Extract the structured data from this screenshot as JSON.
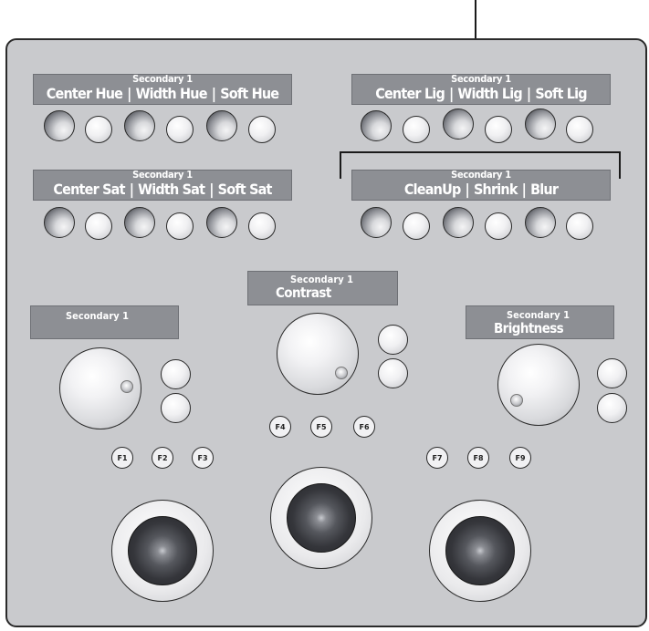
{
  "panels": {
    "hue": {
      "group": "Secondary 1",
      "params": [
        "Center Hue",
        "Width Hue",
        "Soft Hue"
      ]
    },
    "lig": {
      "group": "Secondary 1",
      "params": [
        "Center Lig",
        "Width Lig",
        "Soft Lig"
      ]
    },
    "sat": {
      "group": "Secondary 1",
      "params": [
        "Center Sat",
        "Width Sat",
        "Soft Sat"
      ]
    },
    "blur": {
      "group": "Secondary 1",
      "params": [
        "CleanUp",
        "Shrink",
        "Blur"
      ]
    }
  },
  "displays": {
    "left": {
      "line1": "Secondary 1",
      "line2": ""
    },
    "center": {
      "line1": "Secondary 1",
      "line2": "Contrast"
    },
    "right": {
      "line1": "Secondary 1",
      "line2": "Brightness"
    }
  },
  "fkeys": [
    "F1",
    "F2",
    "F3",
    "F4",
    "F5",
    "F6",
    "F7",
    "F8",
    "F9"
  ]
}
